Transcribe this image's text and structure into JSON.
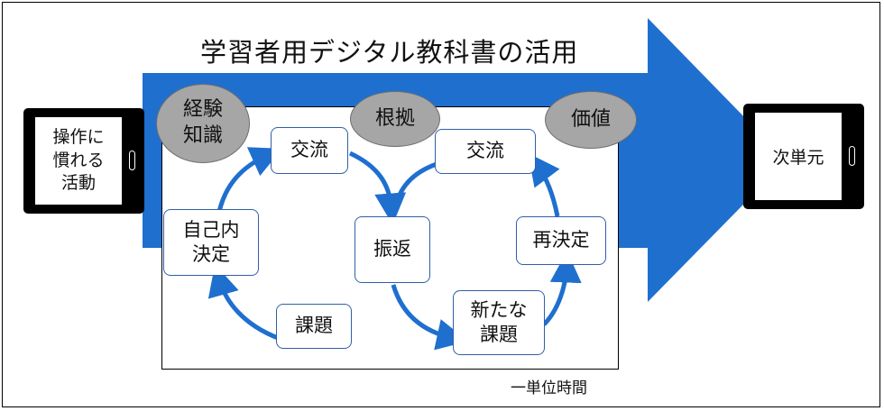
{
  "title": "学習者用デジタル教科書の活用",
  "left_device_label": "操作に慣れる活動",
  "right_device_label": "次単元",
  "perspectives": [
    "経験知識",
    "根拠",
    "価値"
  ],
  "cycle_nodes": {
    "kouryuu1": "交流",
    "jiko_kettei": "自己内決定",
    "kadai": "課題",
    "shinpen": "振返",
    "kouryuu2": "交流",
    "sai_kettei": "再決定",
    "aratana_kadai": "新たな課題"
  },
  "caption": "一単位時間",
  "colors": {
    "arrow": "#1f6fcf",
    "cycle_arrow": "#1f6fcf",
    "node_border": "#2f5fa8",
    "oval": "#a6a6a6"
  }
}
